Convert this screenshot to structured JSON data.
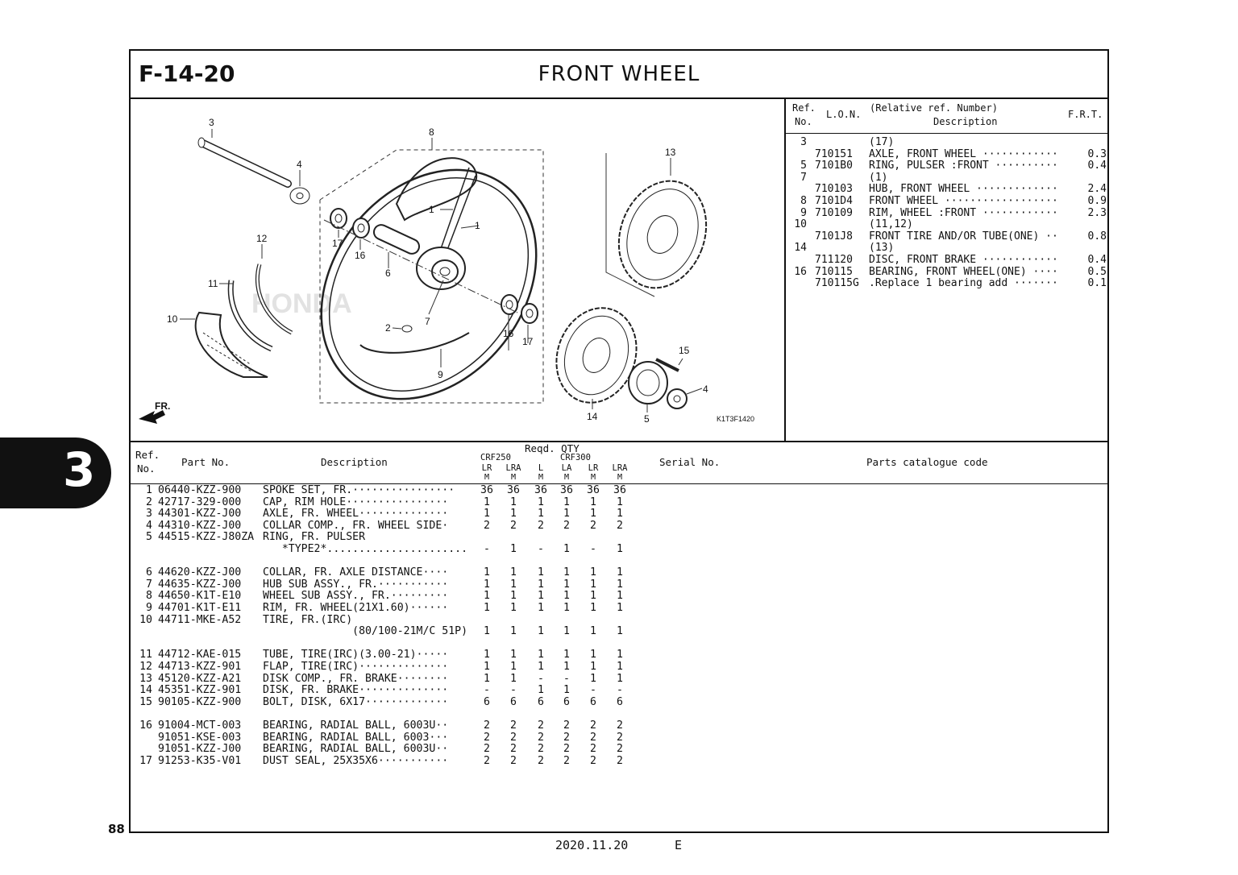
{
  "page": {
    "section_tab": "3",
    "page_number": "88",
    "date": "2020.11.20",
    "lang_code": "E"
  },
  "header": {
    "fig_id": "F-14-20",
    "title": "FRONT  WHEEL"
  },
  "diagram": {
    "code": "K1T3F1420",
    "arrow_label": "FR.",
    "watermark": "HONDA",
    "callouts": [
      "3",
      "8",
      "4",
      "13",
      "12",
      "1",
      "1",
      "17",
      "16",
      "6",
      "11",
      "7",
      "10",
      "2",
      "16",
      "17",
      "15",
      "9",
      "4",
      "14",
      "5"
    ]
  },
  "lon_table": {
    "headers": {
      "ref_no_line1": "Ref.",
      "ref_no_line2": "No.",
      "lon": "L.O.N.",
      "desc_line1": "(Relative ref. Number)",
      "desc_line2": "Description",
      "frt": "F.R.T."
    },
    "rows": [
      {
        "ref": "3",
        "lon": "",
        "desc": "(17)",
        "frt": ""
      },
      {
        "ref": "",
        "lon": "710151",
        "desc": "AXLE, FRONT WHEEL ············",
        "frt": "0.3"
      },
      {
        "ref": "5",
        "lon": "7101B0",
        "desc": "RING, PULSER :FRONT ··········",
        "frt": "0.4"
      },
      {
        "ref": "7",
        "lon": "",
        "desc": "(1)",
        "frt": ""
      },
      {
        "ref": "",
        "lon": "710103",
        "desc": "HUB, FRONT WHEEL ·············",
        "frt": "2.4"
      },
      {
        "ref": "8",
        "lon": "7101D4",
        "desc": "FRONT WHEEL ··················",
        "frt": "0.9"
      },
      {
        "ref": "9",
        "lon": "710109",
        "desc": "RIM, WHEEL :FRONT ············",
        "frt": "2.3"
      },
      {
        "ref": "10",
        "lon": "",
        "desc": "(11,12)",
        "frt": ""
      },
      {
        "ref": "",
        "lon": "7101J8",
        "desc": "FRONT TIRE AND/OR TUBE(ONE) ··",
        "frt": "0.8"
      },
      {
        "ref": "14",
        "lon": "",
        "desc": "(13)",
        "frt": ""
      },
      {
        "ref": "",
        "lon": "711120",
        "desc": "DISC, FRONT BRAKE ············",
        "frt": "0.4"
      },
      {
        "ref": "16",
        "lon": "710115",
        "desc": "BEARING, FRONT WHEEL(ONE) ····",
        "frt": "0.5"
      },
      {
        "ref": "",
        "lon": "710115G",
        "desc": ".Replace 1 bearing add ·······",
        "frt": "0.1"
      }
    ]
  },
  "parts_table": {
    "headers": {
      "ref_line1": "Ref.",
      "ref_line2": "No.",
      "part_no": "Part No.",
      "description": "Description",
      "reqd_qty": "Reqd. QTY",
      "crf250": "CRF250",
      "crf300": "CRF300",
      "cols_line1": [
        "LR",
        "LRA",
        "L",
        "LA",
        "LR",
        "LRA"
      ],
      "cols_line2": [
        "M",
        "M",
        "M",
        "M",
        "M",
        "M"
      ],
      "serial_no": "Serial No.",
      "catalogue_code": "Parts catalogue code"
    },
    "rows": [
      {
        "ref": "1",
        "part": "06440-KZZ-900",
        "desc": "SPOKE SET, FR.················",
        "qty": [
          "36",
          "36",
          "36",
          "36",
          "36",
          "36"
        ]
      },
      {
        "ref": "2",
        "part": "42717-329-000",
        "desc": "CAP, RIM HOLE················",
        "qty": [
          "1",
          "1",
          "1",
          "1",
          "1",
          "1"
        ]
      },
      {
        "ref": "3",
        "part": "44301-KZZ-J00",
        "desc": "AXLE, FR. WHEEL··············",
        "qty": [
          "1",
          "1",
          "1",
          "1",
          "1",
          "1"
        ]
      },
      {
        "ref": "4",
        "part": "44310-KZZ-J00",
        "desc": "COLLAR COMP., FR. WHEEL SIDE·",
        "qty": [
          "2",
          "2",
          "2",
          "2",
          "2",
          "2"
        ]
      },
      {
        "ref": "5",
        "part": "44515-KZZ-J80ZA",
        "desc": "RING, FR. PULSER",
        "qty": [
          "",
          "",
          "",
          "",
          "",
          ""
        ]
      },
      {
        "ref": "",
        "part": "",
        "desc": "   *TYPE2*......................",
        "qty": [
          "-",
          "1",
          "-",
          "1",
          "-",
          "1"
        ]
      },
      {
        "ref": "",
        "part": "",
        "desc": "",
        "qty": [
          "",
          "",
          "",
          "",
          "",
          ""
        ]
      },
      {
        "ref": "6",
        "part": "44620-KZZ-J00",
        "desc": "COLLAR, FR. AXLE DISTANCE····",
        "qty": [
          "1",
          "1",
          "1",
          "1",
          "1",
          "1"
        ]
      },
      {
        "ref": "7",
        "part": "44635-KZZ-J00",
        "desc": "HUB SUB ASSY., FR.···········",
        "qty": [
          "1",
          "1",
          "1",
          "1",
          "1",
          "1"
        ]
      },
      {
        "ref": "8",
        "part": "44650-K1T-E10",
        "desc": "WHEEL SUB ASSY., FR.·········",
        "qty": [
          "1",
          "1",
          "1",
          "1",
          "1",
          "1"
        ]
      },
      {
        "ref": "9",
        "part": "44701-K1T-E11",
        "desc": "RIM, FR. WHEEL(21X1.60)······",
        "qty": [
          "1",
          "1",
          "1",
          "1",
          "1",
          "1"
        ]
      },
      {
        "ref": "10",
        "part": "44711-MKE-A52",
        "desc": "TIRE, FR.(IRC)",
        "qty": [
          "",
          "",
          "",
          "",
          "",
          ""
        ]
      },
      {
        "ref": "",
        "part": "",
        "desc": "              (80/100-21M/C 51P)",
        "qty": [
          "1",
          "1",
          "1",
          "1",
          "1",
          "1"
        ]
      },
      {
        "ref": "",
        "part": "",
        "desc": "",
        "qty": [
          "",
          "",
          "",
          "",
          "",
          ""
        ]
      },
      {
        "ref": "11",
        "part": "44712-KAE-015",
        "desc": "TUBE, TIRE(IRC)(3.00-21)·····",
        "qty": [
          "1",
          "1",
          "1",
          "1",
          "1",
          "1"
        ]
      },
      {
        "ref": "12",
        "part": "44713-KZZ-901",
        "desc": "FLAP, TIRE(IRC)··············",
        "qty": [
          "1",
          "1",
          "1",
          "1",
          "1",
          "1"
        ]
      },
      {
        "ref": "13",
        "part": "45120-KZZ-A21",
        "desc": "DISK COMP., FR. BRAKE········",
        "qty": [
          "1",
          "1",
          "-",
          "-",
          "1",
          "1"
        ]
      },
      {
        "ref": "14",
        "part": "45351-KZZ-901",
        "desc": "DISK, FR. BRAKE··············",
        "qty": [
          "-",
          "-",
          "1",
          "1",
          "-",
          "-"
        ]
      },
      {
        "ref": "15",
        "part": "90105-KZZ-900",
        "desc": "BOLT, DISK, 6X17·············",
        "qty": [
          "6",
          "6",
          "6",
          "6",
          "6",
          "6"
        ]
      },
      {
        "ref": "",
        "part": "",
        "desc": "",
        "qty": [
          "",
          "",
          "",
          "",
          "",
          ""
        ]
      },
      {
        "ref": "16",
        "part": "91004-MCT-003",
        "desc": "BEARING, RADIAL BALL, 6003U··",
        "qty": [
          "2",
          "2",
          "2",
          "2",
          "2",
          "2"
        ]
      },
      {
        "ref": "",
        "part": "91051-KSE-003",
        "desc": "BEARING, RADIAL BALL, 6003···",
        "qty": [
          "2",
          "2",
          "2",
          "2",
          "2",
          "2"
        ]
      },
      {
        "ref": "",
        "part": "91051-KZZ-J00",
        "desc": "BEARING, RADIAL BALL, 6003U··",
        "qty": [
          "2",
          "2",
          "2",
          "2",
          "2",
          "2"
        ]
      },
      {
        "ref": "17",
        "part": "91253-K35-V01",
        "desc": "DUST SEAL, 25X35X6···········",
        "qty": [
          "2",
          "2",
          "2",
          "2",
          "2",
          "2"
        ]
      }
    ]
  }
}
